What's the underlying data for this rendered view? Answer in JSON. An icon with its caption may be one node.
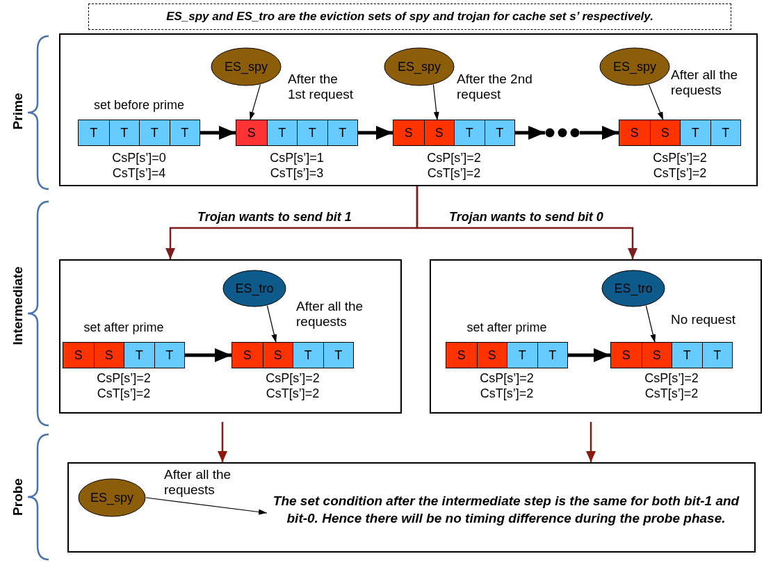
{
  "diagram": {
    "nodes": [
      {
        "text": [
          "ES_spy and ES_tro are the eviction sets of spy and trojan for cache set s’ respectively."
        ]
      },
      {
        "text": [],
        "shape": "box"
      },
      {
        "text": [],
        "shape": "bar",
        "in": 1,
        "beside": [
          "set before prime",
          "CsP[s’]=0",
          "CsT[s’]=4"
        ]
      },
      {
        "text": [
          "T"
        ],
        "in": 2
      },
      {
        "text": [
          "T"
        ],
        "in": 2
      },
      {
        "text": [
          "T"
        ],
        "in": 2
      },
      {
        "text": [
          "T"
        ],
        "in": 2
      },
      {
        "text": [
          "ES_spy"
        ],
        "in": 1,
        "beside": [
          "After the 1st request"
        ]
      },
      {
        "text": [],
        "shape": "bar",
        "in": 1,
        "beside": [
          "CsP[s’]=1",
          "CsT[s’]=3"
        ]
      },
      {
        "text": [
          "S"
        ],
        "in": 8
      },
      {
        "text": [
          "T"
        ],
        "in": 8
      },
      {
        "text": [
          "T"
        ],
        "in": 8
      },
      {
        "text": [
          "T"
        ],
        "in": 8
      },
      {
        "text": [
          "ES_spy"
        ],
        "in": 1,
        "beside": [
          "After the 2nd request"
        ]
      },
      {
        "text": [],
        "shape": "bar",
        "in": 1,
        "beside": [
          "CsP[s’]=2",
          "CsT[s’]=2"
        ]
      },
      {
        "text": [
          "S"
        ],
        "in": 14
      },
      {
        "text": [
          "S"
        ],
        "in": 14
      },
      {
        "text": [
          "T"
        ],
        "in": 14
      },
      {
        "text": [
          "T"
        ],
        "in": 14
      },
      {
        "text": [],
        "shape": "dots",
        "in": 1
      },
      {
        "text": [
          "ES_spy"
        ],
        "in": 1,
        "beside": [
          "After all the requests"
        ]
      },
      {
        "text": [],
        "shape": "bar",
        "in": 1,
        "beside": [
          "CsP[s’]=2",
          "CsT[s’]=2"
        ]
      },
      {
        "text": [
          "S"
        ],
        "in": 21
      },
      {
        "text": [
          "S"
        ],
        "in": 21
      },
      {
        "text": [
          "T"
        ],
        "in": 21
      },
      {
        "text": [
          "T"
        ],
        "in": 21
      },
      {
        "text": [],
        "shape": "box"
      },
      {
        "text": [],
        "shape": "bar",
        "in": 26,
        "beside": [
          "set after prime",
          "CsP[s’]=2",
          "CsT[s’]=2"
        ]
      },
      {
        "text": [
          "S"
        ],
        "in": 27
      },
      {
        "text": [
          "S"
        ],
        "in": 27
      },
      {
        "text": [
          "T"
        ],
        "in": 27
      },
      {
        "text": [
          "T"
        ],
        "in": 27
      },
      {
        "text": [
          "ES_tro"
        ],
        "in": 26,
        "beside": [
          "After all the requests"
        ]
      },
      {
        "text": [],
        "shape": "bar",
        "in": 26,
        "beside": [
          "CsP[s’]=2",
          "CsT[s’]=2"
        ]
      },
      {
        "text": [
          "S"
        ],
        "in": 33
      },
      {
        "text": [
          "S"
        ],
        "in": 33
      },
      {
        "text": [
          "T"
        ],
        "in": 33
      },
      {
        "text": [
          "T"
        ],
        "in": 33
      },
      {
        "text": [],
        "shape": "box"
      },
      {
        "text": [],
        "shape": "bar",
        "in": 38,
        "beside": [
          "set after prime",
          "CsP[s’]=2",
          "CsT[s’]=2"
        ]
      },
      {
        "text": [
          "S"
        ],
        "in": 39
      },
      {
        "text": [
          "S"
        ],
        "in": 39
      },
      {
        "text": [
          "T"
        ],
        "in": 39
      },
      {
        "text": [
          "T"
        ],
        "in": 39
      },
      {
        "text": [
          "ES_tro"
        ],
        "in": 38,
        "beside": [
          "No request"
        ]
      },
      {
        "text": [],
        "shape": "bar",
        "in": 38,
        "beside": [
          "CsP[s’]=2",
          "CsT[s’]=2"
        ]
      },
      {
        "text": [
          "S"
        ],
        "in": 45
      },
      {
        "text": [
          "S"
        ],
        "in": 45
      },
      {
        "text": [
          "T"
        ],
        "in": 45
      },
      {
        "text": [
          "T"
        ],
        "in": 45
      },
      {
        "text": [],
        "shape": "box"
      },
      {
        "text": [
          "ES_spy"
        ],
        "in": 50,
        "beside": [
          "After all the requests"
        ]
      },
      {
        "text": [
          "The set condition after the intermediate step is the same for both bit-1 and bit-0. Hence there will be no timing difference during the probe phase."
        ],
        "in": 50
      }
    ],
    "edges": [
      {
        "from": 2,
        "to": 8,
        "arrow": "to",
        "style": "thick"
      },
      {
        "from": 8,
        "to": 14,
        "arrow": "to",
        "style": "thick"
      },
      {
        "from": 14,
        "to": 19,
        "arrow": "to",
        "style": "thick"
      },
      {
        "from": 19,
        "to": 21,
        "arrow": "to",
        "style": "thick"
      },
      {
        "from": 7,
        "to": 9,
        "arrow": "to"
      },
      {
        "from": 13,
        "to": 16,
        "arrow": "to"
      },
      {
        "from": 20,
        "to": 23,
        "arrow": "to"
      },
      {
        "from": 1,
        "to": 26,
        "arrow": "to",
        "label": "Trojan wants to send bit 1",
        "color": "#7f1d1d"
      },
      {
        "from": 1,
        "to": 38,
        "arrow": "to",
        "label": "Trojan wants to send bit 0",
        "color": "#7f1d1d"
      },
      {
        "from": 27,
        "to": 33,
        "arrow": "to",
        "style": "thick"
      },
      {
        "from": 32,
        "to": 35,
        "arrow": "to"
      },
      {
        "from": 39,
        "to": 45,
        "arrow": "to",
        "style": "thick"
      },
      {
        "from": 44,
        "to": 47,
        "arrow": "to"
      },
      {
        "from": 26,
        "to": 50,
        "arrow": "to",
        "color": "#8b1a0a"
      },
      {
        "from": 38,
        "to": 50,
        "arrow": "to",
        "color": "#8b1a0a"
      },
      {
        "from": 51,
        "to": 52,
        "arrow": "to"
      }
    ],
    "labels": [
      "Prime",
      "Intermediate",
      "Probe"
    ]
  }
}
